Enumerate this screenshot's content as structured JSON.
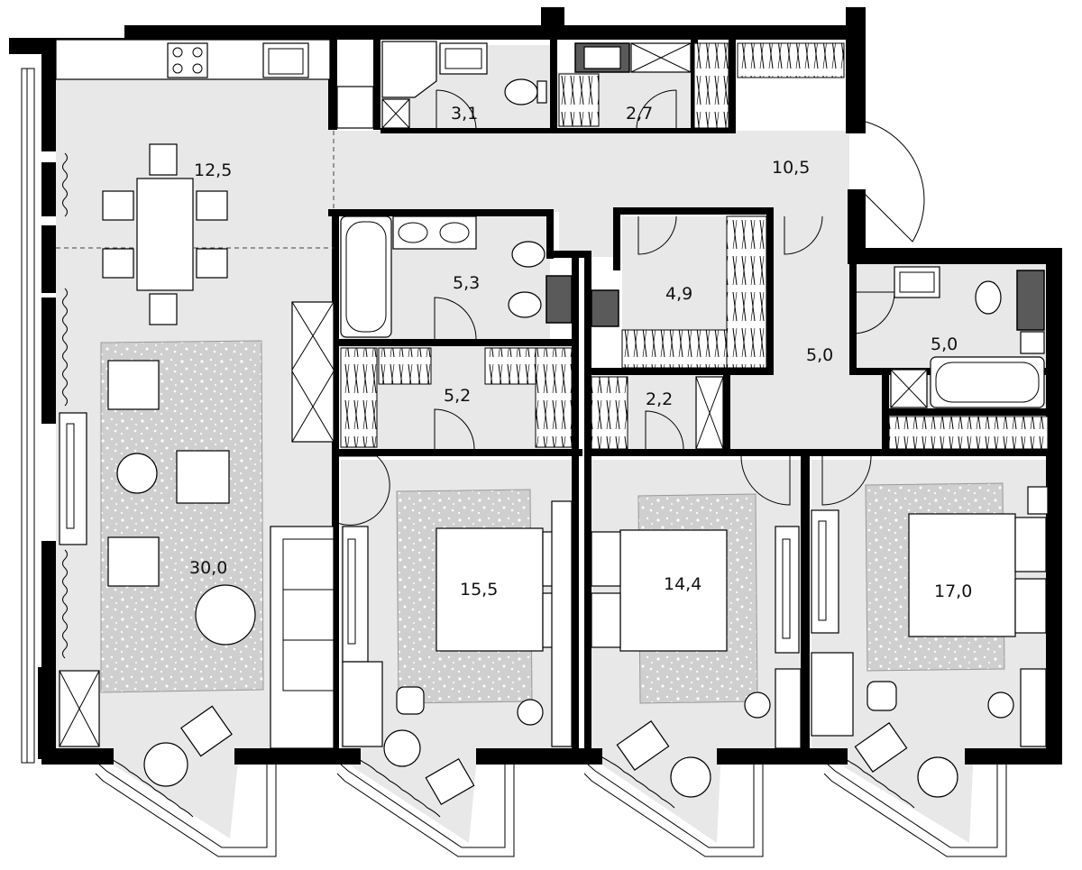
{
  "rooms": [
    {
      "id": "kitchen-dining",
      "area": "12,5"
    },
    {
      "id": "living-room",
      "area": "30,0"
    },
    {
      "id": "bathroom-1",
      "area": "3,1"
    },
    {
      "id": "laundry",
      "area": "2,7"
    },
    {
      "id": "hallway",
      "area": "10,5"
    },
    {
      "id": "bathroom-2",
      "area": "5,3"
    },
    {
      "id": "wardrobe-1",
      "area": "5,2"
    },
    {
      "id": "wardrobe-2",
      "area": "4,9"
    },
    {
      "id": "storage",
      "area": "2,2"
    },
    {
      "id": "corridor",
      "area": "5,0"
    },
    {
      "id": "bathroom-3",
      "area": "5,0"
    },
    {
      "id": "bedroom-1",
      "area": "15,5"
    },
    {
      "id": "bedroom-2",
      "area": "14,4"
    },
    {
      "id": "bedroom-3",
      "area": "17,0"
    }
  ],
  "colors": {
    "floor": "#e8e8e8",
    "wall": "#000000",
    "rug": "#d2d2d2"
  }
}
